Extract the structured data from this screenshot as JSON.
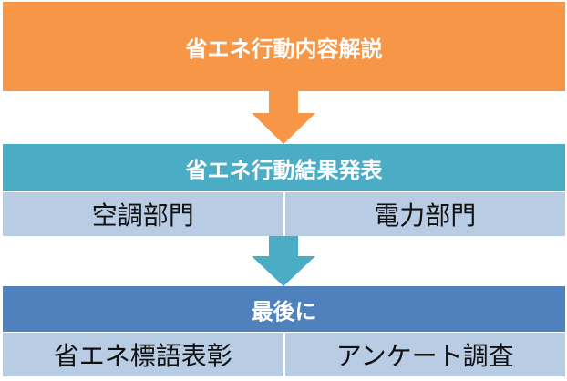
{
  "stage1": {
    "title": "省エネ行動内容解説",
    "color": "#f79646"
  },
  "stage2": {
    "title": "省エネ行動結果発表",
    "color": "#4bacc6",
    "items": [
      "空調部門",
      "電力部門"
    ]
  },
  "stage3": {
    "title": "最後に",
    "color": "#4f81bd",
    "items": [
      "省エネ標語表彰",
      "アンケート調査"
    ]
  },
  "arrows": {
    "first_color": "#f79646",
    "second_color": "#4bacc6"
  },
  "cell_color": "#b8cce4"
}
